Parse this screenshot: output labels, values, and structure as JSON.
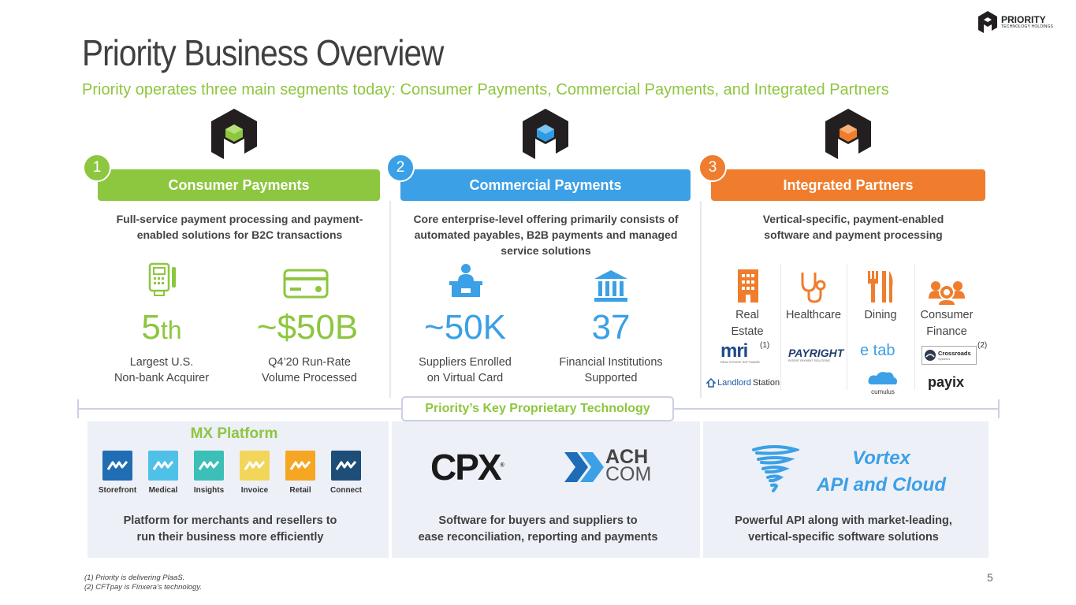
{
  "header": {
    "title": "Priority Business Overview",
    "subtitle": "Priority operates three main segments today: Consumer Payments, Commercial Payments, and Integrated Partners",
    "brand_name": "PRIORITY",
    "brand_sub": "TECHNOLOGY HOLDINGS"
  },
  "colors": {
    "green": "#8dc63f",
    "blue": "#3ba0e6",
    "orange": "#ef7d2d",
    "dark": "#231f20"
  },
  "segments": [
    {
      "num": "1",
      "label": "Consumer Payments",
      "desc": "Full-service payment processing and payment-enabled solutions for B2C transactions"
    },
    {
      "num": "2",
      "label": "Commercial Payments",
      "desc": "Core enterprise-level offering primarily consists of automated payables, B2B payments and managed service solutions"
    },
    {
      "num": "3",
      "label": "Integrated Partners",
      "desc": "Vertical-specific, payment-enabled software and payment processing"
    }
  ],
  "stats": {
    "s1": {
      "value": "5",
      "suffix": "th",
      "label1": "Largest U.S.",
      "label2": "Non-bank Acquirer",
      "icon": "pos-terminal-icon"
    },
    "s2": {
      "value": "~$50B",
      "label1": "Q4’20 Run-Rate",
      "label2": "Volume Processed",
      "icon": "credit-card-icon"
    },
    "s3": {
      "value": "~50K",
      "label1": "Suppliers Enrolled",
      "label2": "on Virtual Card",
      "icon": "reception-desk-icon"
    },
    "s4": {
      "value": "37",
      "label1": "Financial Institutions",
      "label2": "Supported",
      "icon": "bank-icon"
    }
  },
  "verticals": [
    {
      "label1": "Real",
      "label2": "Estate",
      "icon": "building-icon"
    },
    {
      "label1": "Healthcare",
      "label2": "",
      "icon": "stethoscope-icon"
    },
    {
      "label1": "Dining",
      "label2": "",
      "icon": "utensils-icon"
    },
    {
      "label1": "Consumer",
      "label2": "Finance",
      "icon": "people-icon"
    }
  ],
  "partners": {
    "mri": "mri",
    "mri_note": "(1)",
    "mri_sub": "REAL ESTATE SOFTWARE",
    "payright": "PAYRIGHT",
    "payright_sub": "PATIENT PAYMENT SOLUTIONS",
    "etab": "e tab",
    "crossroads": "Crossroads",
    "crossroads_sub": "Systems",
    "crossroads_note": "(2)",
    "landlord1": "Landlord",
    "landlord2": "Station",
    "cumulus": "cumulus",
    "payix": "payix"
  },
  "tech": {
    "banner": "Priority’s Key Proprietary Technology",
    "mx_title": "MX Platform",
    "mx_items": [
      {
        "label": "Storefront",
        "color": "#1f6db3"
      },
      {
        "label": "Medical",
        "color": "#4fc1e9"
      },
      {
        "label": "Insights",
        "color": "#3bbfb7"
      },
      {
        "label": "Invoice",
        "color": "#f2d65a"
      },
      {
        "label": "Retail",
        "color": "#f5a623"
      },
      {
        "label": "Connect",
        "color": "#1e4d78"
      }
    ],
    "mx_desc1": "Platform for merchants and resellers to",
    "mx_desc2": "run their business more efficiently",
    "cpx": "CPX",
    "ach1": "ACH",
    "ach2": "COM",
    "cpx_desc1": "Software for buyers and suppliers to",
    "cpx_desc2": "ease reconciliation, reporting and payments",
    "vortex1": "Vortex",
    "vortex2": "API and Cloud",
    "vortex_desc1": "Powerful API along with market-leading,",
    "vortex_desc2": "vertical-specific software solutions"
  },
  "footnotes": [
    "(1)  Priority is delivering PlaaS.",
    "(2)  CFTpay is Finxera’s technology."
  ],
  "page_number": "5"
}
